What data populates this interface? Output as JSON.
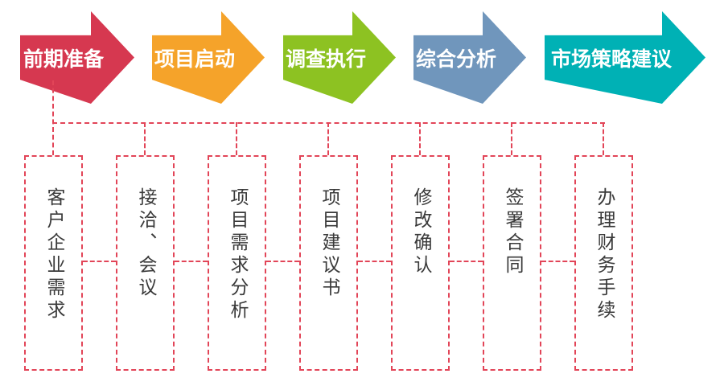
{
  "diagram": {
    "arrows": [
      {
        "label": "前期准备",
        "color": "#d63850"
      },
      {
        "label": "项目启动",
        "color": "#f5a32a"
      },
      {
        "label": "调查执行",
        "color": "#8dc222"
      },
      {
        "label": "综合分析",
        "color": "#7096bc"
      },
      {
        "label": "市场策略建议",
        "color": "#00b1b5"
      }
    ],
    "boxes": [
      {
        "label": "客户企业需求"
      },
      {
        "label": "接洽、会议"
      },
      {
        "label": "项目需求分析"
      },
      {
        "label": "项目建议书"
      },
      {
        "label": "修改确认"
      },
      {
        "label": "签署合同"
      },
      {
        "label": "办理财务手续"
      }
    ],
    "connector_color": "#e24558",
    "box_border_color": "#e24558",
    "text_color": "#3a3a3a"
  }
}
